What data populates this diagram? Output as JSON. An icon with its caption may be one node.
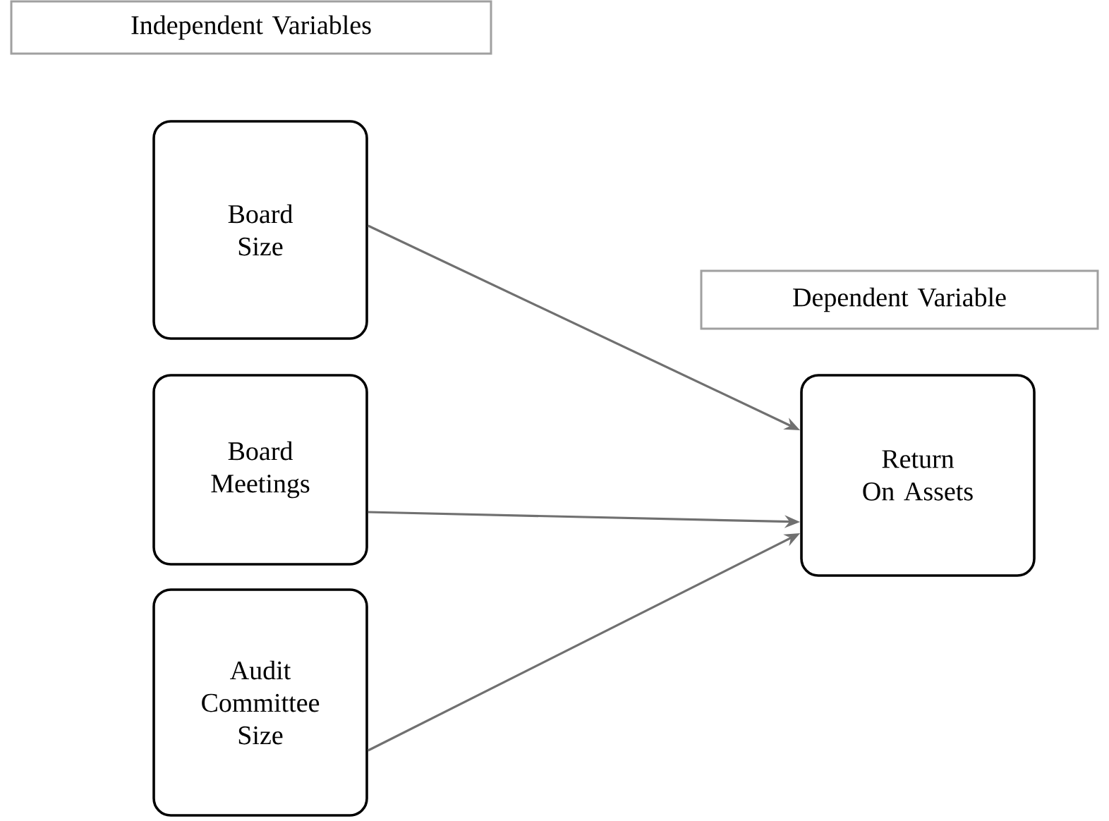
{
  "diagram": {
    "nodes": [
      {
        "text": [
          "Independent Variables"
        ]
      },
      {
        "text": [
          "Dependent Variable"
        ]
      },
      {
        "text": [
          "Board Size"
        ]
      },
      {
        "text": [
          "Board Meetings"
        ]
      },
      {
        "text": [
          "Audit Committee Size"
        ]
      },
      {
        "text": [
          "Return On Assets"
        ]
      }
    ],
    "edges": [
      {
        "from": 2,
        "to": 5,
        "arrow": "to"
      },
      {
        "from": 3,
        "to": 5,
        "arrow": "to"
      },
      {
        "from": 4,
        "to": 5,
        "arrow": "to"
      }
    ]
  }
}
